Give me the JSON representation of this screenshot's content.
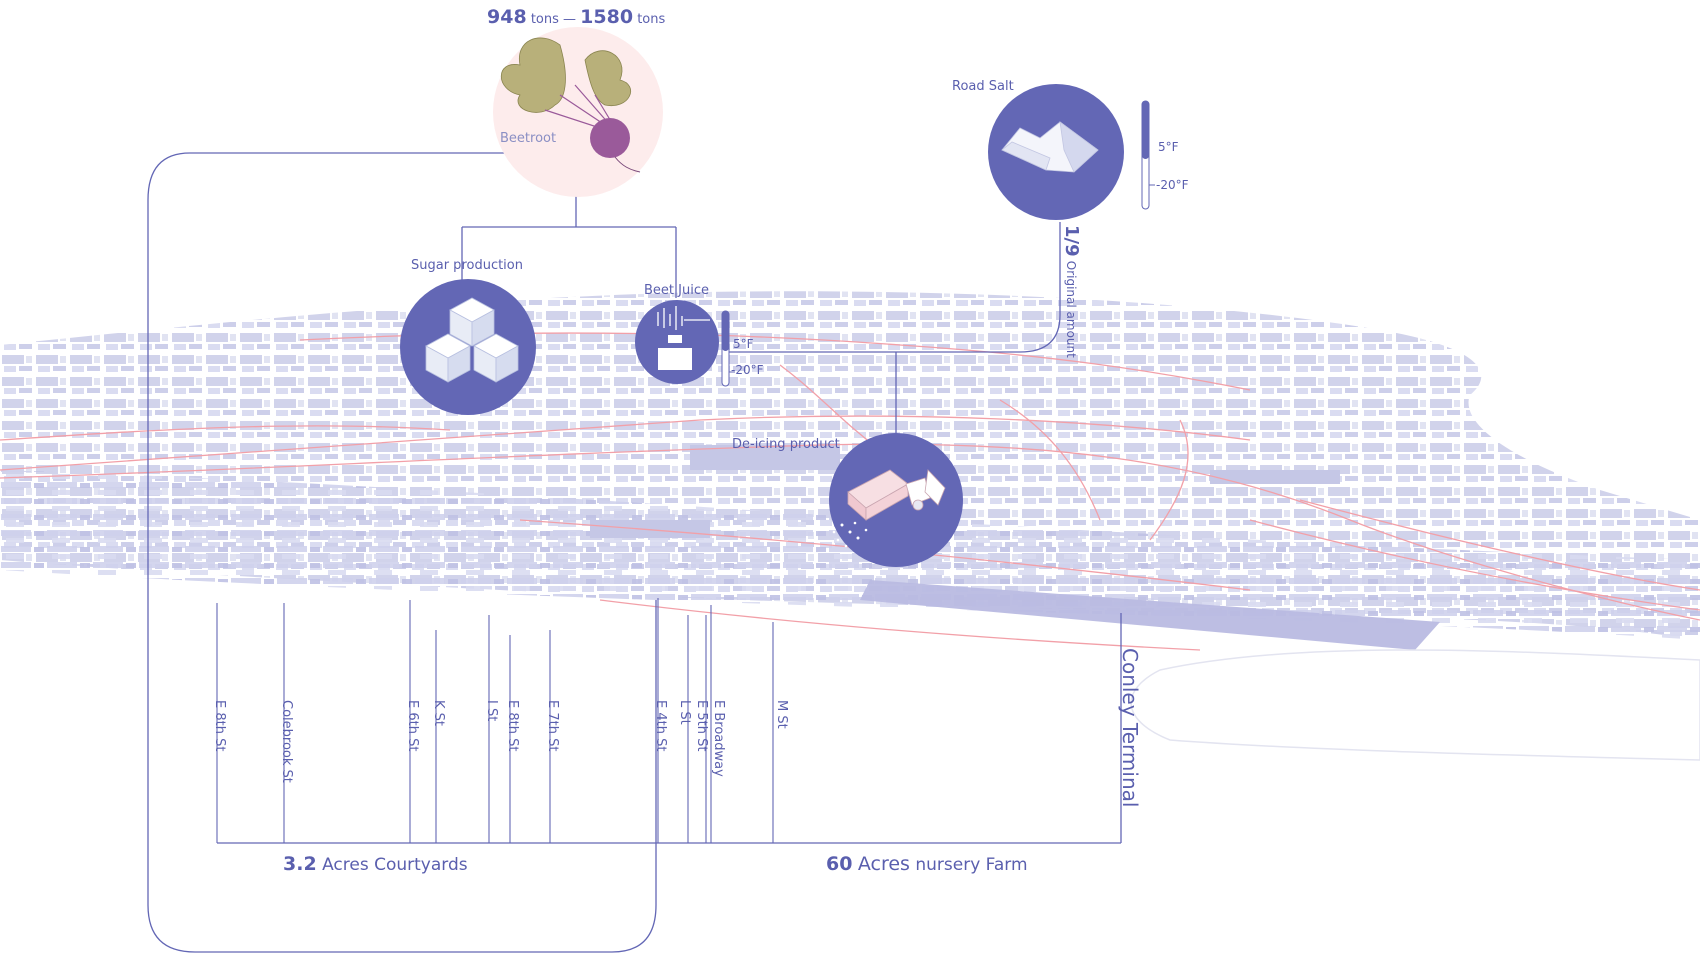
{
  "diagram": {
    "yield": {
      "low": "948",
      "high": "1580",
      "unit": "tons",
      "dash": "—"
    },
    "beetroot": {
      "label": "Beetroot"
    },
    "sugar": {
      "label": "Sugar production"
    },
    "beet_juice": {
      "label": "Beet Juice",
      "temp_high": "5°F",
      "temp_low": "-20°F"
    },
    "road_salt": {
      "label": "Road Salt",
      "temp_high": "5°F",
      "temp_low": "-20°F"
    },
    "ratio": {
      "value": "1/9",
      "text": "Original amount"
    },
    "deicing": {
      "label": "De-icing product"
    },
    "streets": [
      "E 8th St",
      "Colebrook St",
      "E 6th St",
      "K St",
      "I St",
      "E 8th St",
      "E 7th St",
      "E 4th St",
      "L St",
      "E 5th St",
      "E Broadway",
      "M St"
    ],
    "terminal": "Conley Terminal",
    "courtyards": {
      "value": "3.2",
      "text": "Acres Courtyards"
    },
    "farm": {
      "value": "60",
      "text": "Acres",
      "suffix": "nursery Farm"
    }
  },
  "colors": {
    "accent": "#6367b5",
    "accent_light": "#c5c7e6",
    "road": "#f2a0a8",
    "beet_bg": "#fdecec",
    "leaf": "#b8b07a",
    "beet": "#9a5a9a"
  }
}
